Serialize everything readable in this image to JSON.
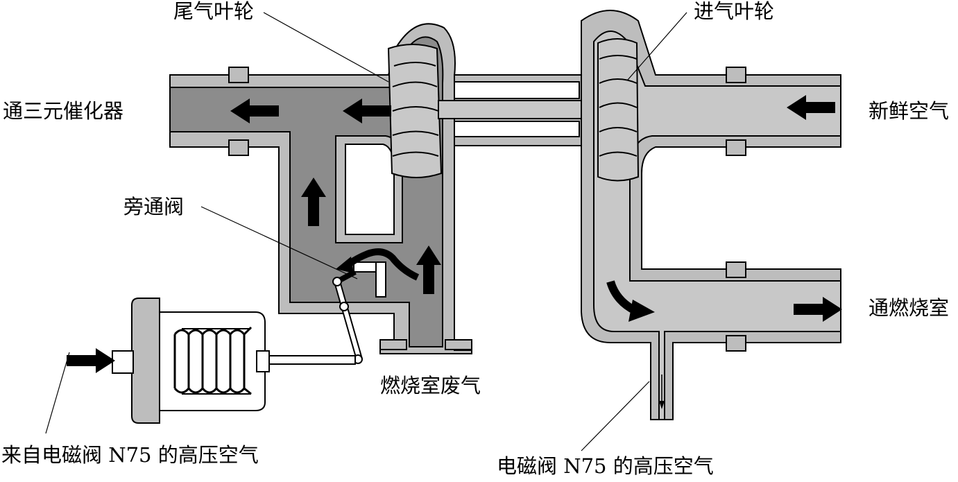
{
  "labels": {
    "exhaust_turbine": "尾气叶轮",
    "intake_compressor": "进气叶轮",
    "to_catalytic": "通三元催化器",
    "fresh_air": "新鲜空气",
    "bypass_valve": "旁通阀",
    "to_combustion": "通燃烧室",
    "combustion_exhaust": "燃烧室废气",
    "from_n75": "来自电磁阀 N75 的高压空气",
    "n75_pressure": "电磁阀 N75 的高压空气"
  },
  "colors": {
    "exhaust_fill": "#8c8c8c",
    "intake_fill": "#c8c8c8",
    "wall_fill": "#bdbdbd",
    "outline": "#000000",
    "arrow": "#000000"
  }
}
